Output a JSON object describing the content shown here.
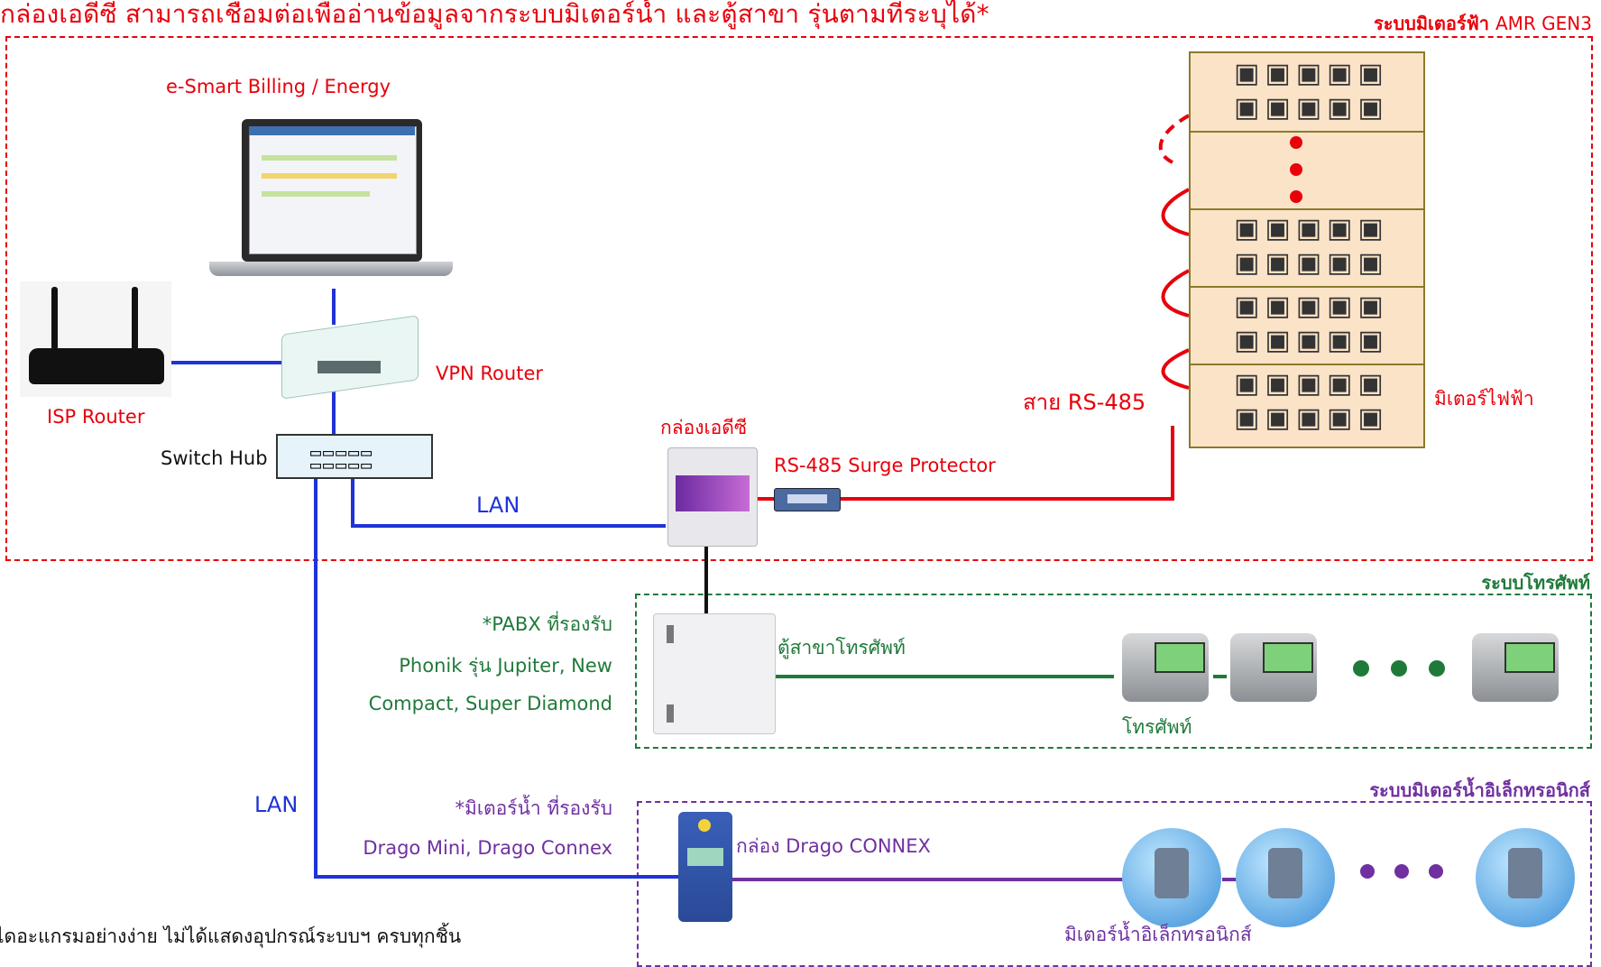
{
  "header": {
    "title": "กล่องเอดีซี สามารถเชื่อมต่อเพื่ออ่านข้อมูลจากระบบมิเตอร์น้ำ และตู้สาขา รุ่นตามที่ระบุได้*"
  },
  "zones": {
    "electric": {
      "title_th": "ระบบมิเตอร์ฟ้า",
      "title_en": "AMR GEN3"
    },
    "phone": {
      "title": "ระบบโทรศัพท์"
    },
    "water": {
      "title": "ระบบมิเตอร์น้ำอิเล็กทรอนิกส์"
    }
  },
  "labels": {
    "billing_software": "e-Smart Billing / Energy",
    "vpn_router": "VPN Router",
    "isp_router": "ISP Router",
    "switch_hub": "Switch Hub",
    "lan_top": "LAN",
    "lan_left": "LAN",
    "adc_box": "กล่องเอดีซี",
    "surge_protector": "RS-485 Surge Protector",
    "rs485_cable": "สาย RS-485",
    "electric_meter": "มิเตอร์ไฟฟ้า",
    "pabx_note_1": "*PABX ที่รองรับ",
    "pabx_note_2": "Phonik รุ่น Jupiter, New",
    "pabx_note_3": "Compact, Super Diamond",
    "pabx_box": "ตู้สาขาโทรศัพท์",
    "phone": "โทรศัพท์",
    "water_note_1": "*มิเตอร์น้ำ ที่รองรับ",
    "water_note_2": "Drago Mini, Drago Connex",
    "drago_box": "กล่อง Drago CONNEX",
    "water_meter": "มิเตอร์น้ำอิเล็กทรอนิกส์",
    "footnote": "ไดอะแกรมอย่างง่าย ไม่ได้แสดงอุปกรณ์ระบบฯ ครบทุกชิ้น"
  },
  "colors": {
    "rs485": "#e8000b",
    "lan": "#1f33d6",
    "phone_line": "#1f7a3a",
    "water_line": "#7030a0",
    "meter_panel": "#fbe3c8",
    "meter_panel_border": "#8a7a2a"
  },
  "icons": [
    "laptop-icon",
    "router-icon",
    "vpn-router-icon",
    "switch-icon",
    "adc-box-icon",
    "surge-protector-icon",
    "electric-meter-icon",
    "pabx-icon",
    "telephone-icon",
    "drago-box-icon",
    "water-meter-icon"
  ]
}
